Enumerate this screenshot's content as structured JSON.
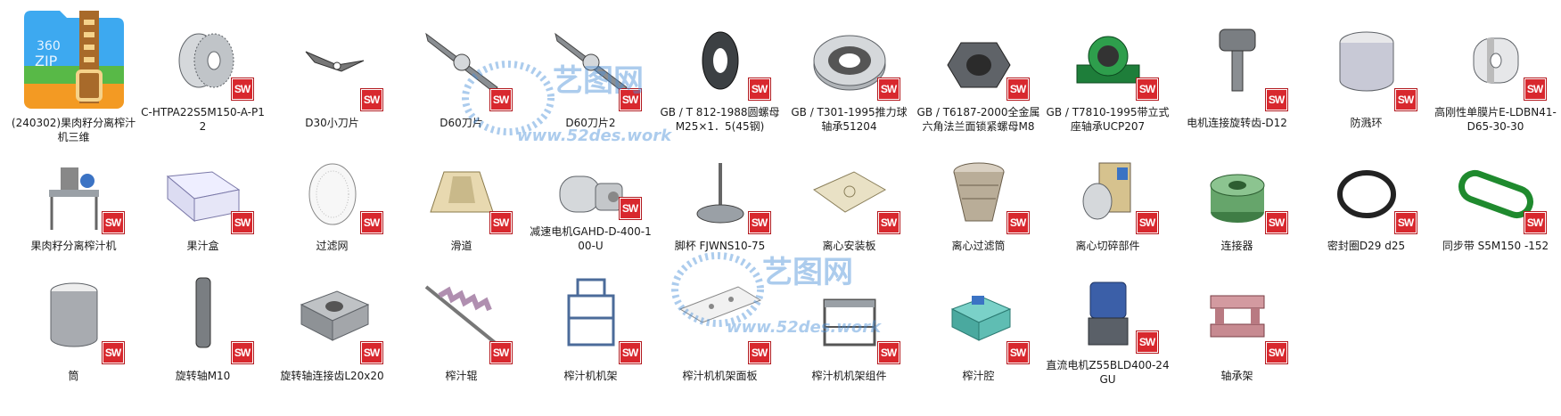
{
  "files": [
    {
      "label": "(240302)果肉籽分离榨汁机三维",
      "kind": "zip",
      "badge": "SW"
    },
    {
      "label": "C-HTPA22S5M150-A-P12",
      "kind": "pulley",
      "badge": "SW"
    },
    {
      "label": "D30小刀片",
      "kind": "blade-small",
      "badge": "SW"
    },
    {
      "label": "D60刀片",
      "kind": "blade",
      "badge": "SW"
    },
    {
      "label": "D60刀片2",
      "kind": "blade",
      "badge": "SW"
    },
    {
      "label": "GB / T 812-1988圆螺母M25×1．5(45钢)",
      "kind": "round-nut",
      "badge": "SW"
    },
    {
      "label": "GB / T301-1995推力球轴承51204",
      "kind": "bearing",
      "badge": "SW"
    },
    {
      "label": "GB / T6187-2000全金属六角法兰面锁紧螺母M8",
      "kind": "hex-nut",
      "badge": "SW"
    },
    {
      "label": "GB / T7810-1995带立式座轴承UCP207",
      "kind": "pillow-block",
      "badge": "SW"
    },
    {
      "label": "电机连接旋转齿-D12",
      "kind": "shaft-gear",
      "badge": "SW"
    },
    {
      "label": "防溅环",
      "kind": "ring",
      "badge": "SW"
    },
    {
      "label": "高刚性单膜片E-LDBN41-D65-30-30",
      "kind": "coupling",
      "badge": "SW"
    },
    {
      "label": "果肉籽分离榨汁机",
      "kind": "machine",
      "badge": "SW"
    },
    {
      "label": "果汁盒",
      "kind": "box",
      "badge": "SW"
    },
    {
      "label": "过滤网",
      "kind": "mesh",
      "badge": "SW"
    },
    {
      "label": "滑道",
      "kind": "hopper",
      "badge": "SW"
    },
    {
      "label": "减速电机GAHD-D-400-100-U",
      "kind": "motor",
      "badge": "SW"
    },
    {
      "label": "脚杯 FJWNS10-75",
      "kind": "foot",
      "badge": "SW"
    },
    {
      "label": "离心安装板",
      "kind": "plate",
      "badge": "SW"
    },
    {
      "label": "离心过滤筒",
      "kind": "filter-drum",
      "badge": "SW"
    },
    {
      "label": "离心切碎部件",
      "kind": "cutter",
      "badge": "SW"
    },
    {
      "label": "连接器",
      "kind": "connector",
      "badge": "SW"
    },
    {
      "label": "密封圈D29 d25",
      "kind": "oring",
      "badge": "SW"
    },
    {
      "label": "同步带 S5M150 -152",
      "kind": "belt",
      "badge": "SW"
    },
    {
      "label": "筒",
      "kind": "tube",
      "badge": "SW"
    },
    {
      "label": "旋转轴M10",
      "kind": "shaft",
      "badge": "SW"
    },
    {
      "label": "旋转轴连接齿L20x20",
      "kind": "block",
      "badge": "SW"
    },
    {
      "label": "榨汁辊",
      "kind": "screw",
      "badge": "SW"
    },
    {
      "label": "榨汁机机架",
      "kind": "frame",
      "badge": "SW"
    },
    {
      "label": "榨汁机机架面板",
      "kind": "panel",
      "badge": "SW"
    },
    {
      "label": "榨汁机机架组件",
      "kind": "frame2",
      "badge": "SW"
    },
    {
      "label": "榨汁腔",
      "kind": "chamber",
      "badge": "SW"
    },
    {
      "label": "直流电机Z55BLD400-24GU",
      "kind": "dc-motor",
      "badge": "SW"
    },
    {
      "label": "轴承架",
      "kind": "bearing-frame",
      "badge": "SW"
    }
  ],
  "zip_icon_text": {
    "line1": "360",
    "line2": "ZIP"
  },
  "watermark": {
    "brand": "艺图网",
    "site": "www.52des.work"
  },
  "colors": {
    "zip_blue": "#3da9f0",
    "zip_green": "#58b947",
    "zip_orange": "#f39a23",
    "sw_red": "#d8282e",
    "watermark": "#4a90d9"
  }
}
